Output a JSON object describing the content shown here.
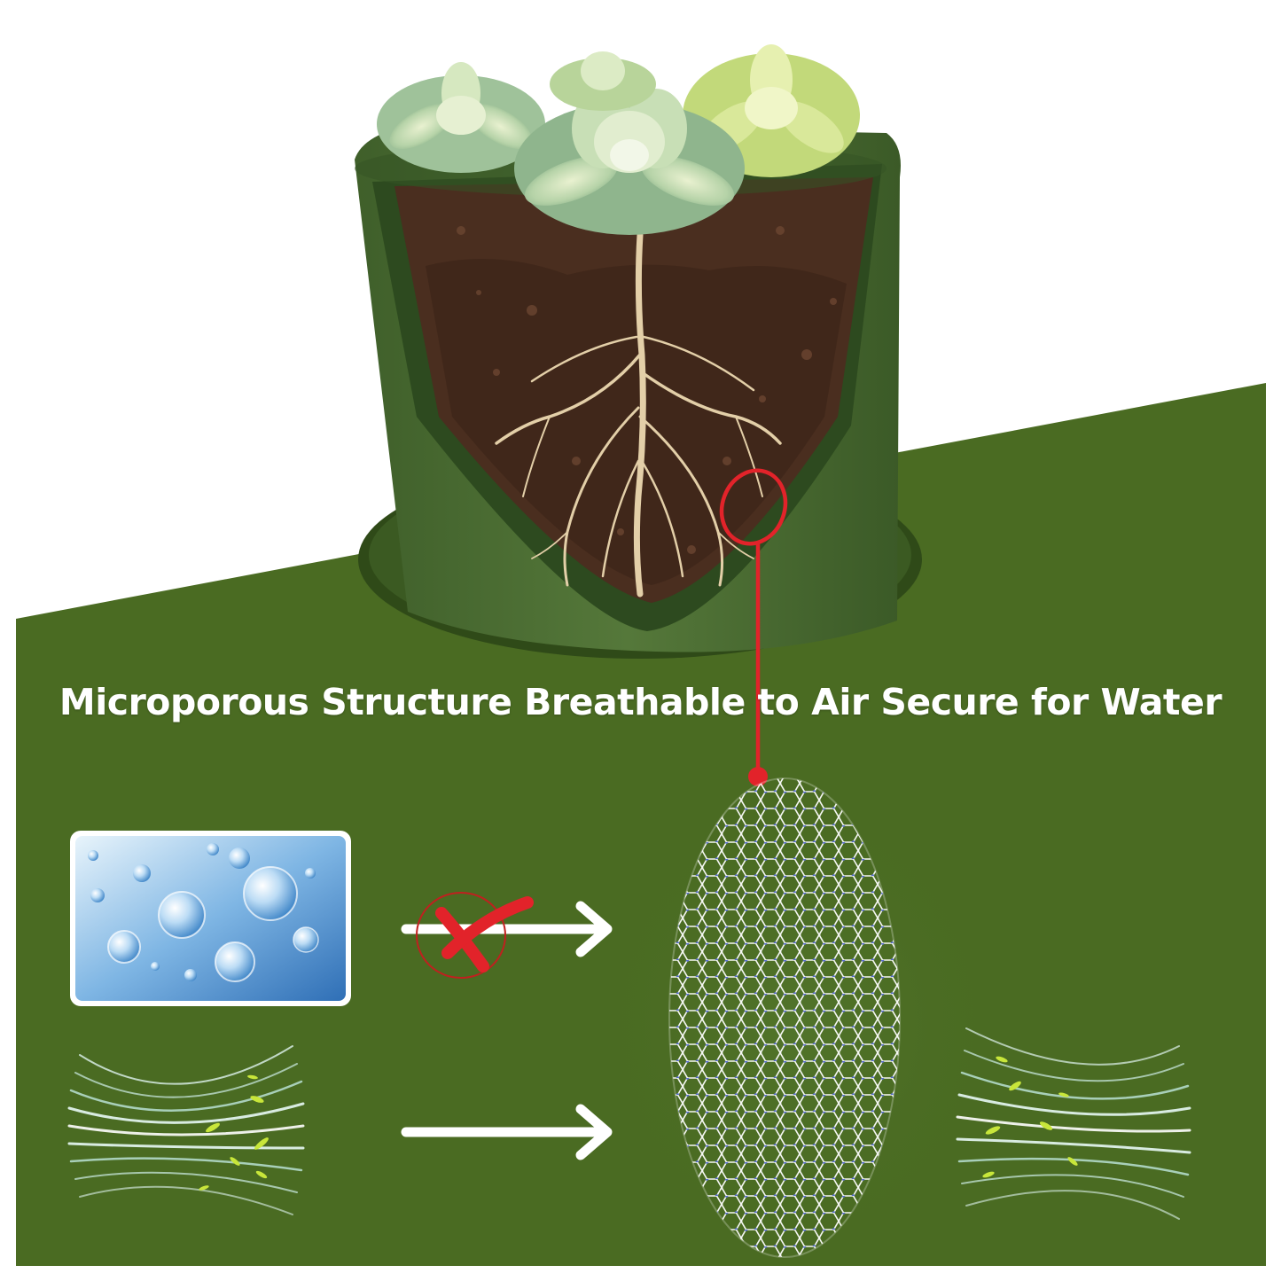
{
  "headline": "Microporous Structure Breathable to Air Secure for Water",
  "colors": {
    "background": "#ffffff",
    "panel_green": "#4a6b22",
    "pot_green": "#4c6e33",
    "soil_brown": "#4a2e1f",
    "root_beige": "#e3cfa8",
    "callout_red": "#e2232a",
    "mesh_blue": "#5566c8",
    "bubble_blue": "#4a8fd0",
    "airflow_lime": "#c8e63a"
  },
  "icons": {
    "pot": "succulent-pot-cutaway-image",
    "callout": "magnifier-callout-circle",
    "water": "water-droplets-image",
    "blocked": "red-x-blocked-icon",
    "arrow": "right-arrow-icon",
    "mesh": "hexagonal-mesh-image",
    "air": "airflow-lines-icon"
  }
}
